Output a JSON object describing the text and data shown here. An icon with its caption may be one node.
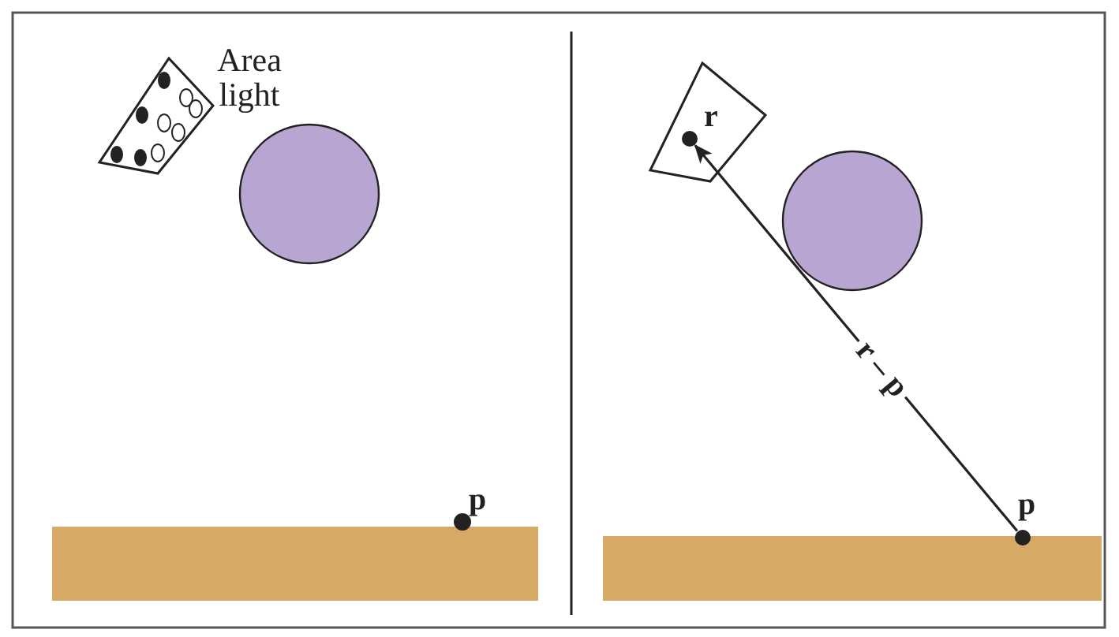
{
  "diagram": {
    "nodes": [
      {
        "text": [],
        "shape": "circle",
        "beside": [
          "r"
        ]
      },
      {
        "text": [],
        "shape": "circle",
        "beside": [
          "p"
        ]
      }
    ],
    "edges": [
      {
        "from": 1,
        "to": 0,
        "arrow": "to",
        "label": "r – p"
      }
    ],
    "labels": [
      "Area light",
      "p"
    ]
  }
}
